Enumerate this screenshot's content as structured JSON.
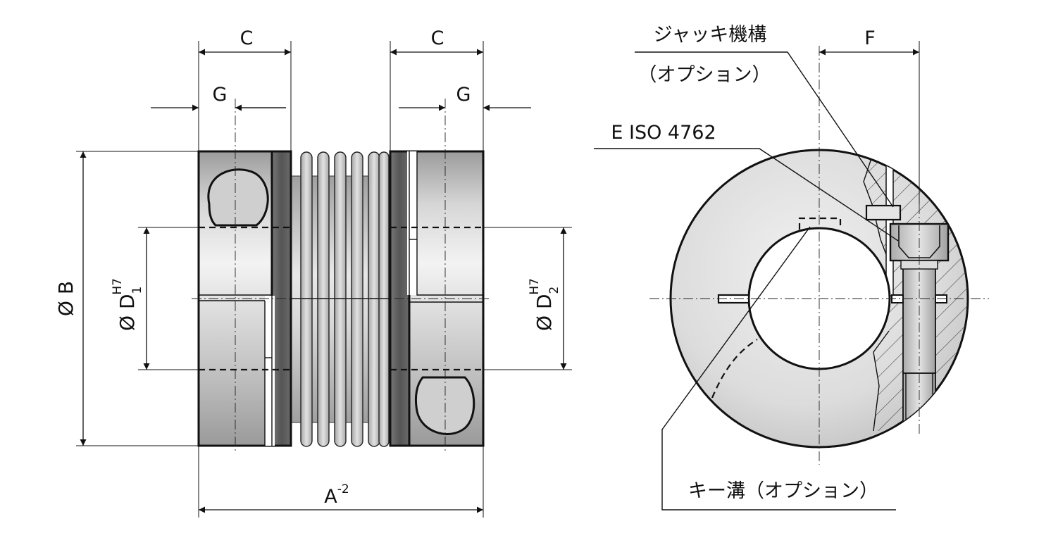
{
  "labels": {
    "c_left": "C",
    "c_right": "C",
    "g_left": "G",
    "g_right": "G",
    "diam_b": "Ø B",
    "diam_d1": "Ø D",
    "d1_sub": "1",
    "d1_sup": "H7",
    "diam_d2": "Ø D",
    "d2_sub": "2",
    "d2_sup": "H7",
    "a_base": "A",
    "a_sup": "-2",
    "f": "F",
    "jack_mechanism": "ジャッキ機構",
    "jack_option": "（オプション）",
    "screw": "E ISO 4762",
    "keyway": "キー溝（オプション）"
  },
  "colors": {
    "line": "#111111",
    "hub_light": "#eeeeee",
    "hub_mid": "#b4b4b4",
    "flange_dark": "#5a5a5a",
    "bellows": "#c2c2c2"
  }
}
